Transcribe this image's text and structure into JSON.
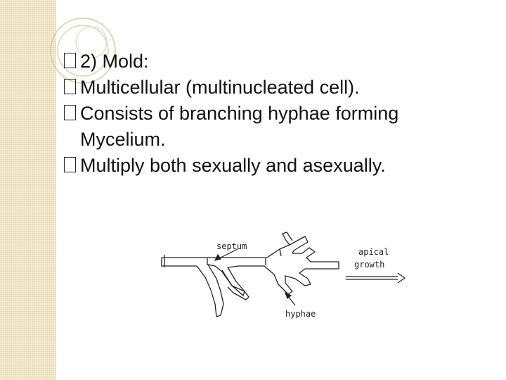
{
  "bullets": [
    {
      "bullet": "□",
      "text": "2) Mold:"
    },
    {
      "bullet": "□",
      "text": "Multicellular (multinucleated cell)."
    },
    {
      "bullet": "□",
      "text": "Consists of branching hyphae forming"
    },
    {
      "bullet": "",
      "text": "Mycelium."
    },
    {
      "bullet": "□",
      "text": "Multiply both sexually and asexually."
    }
  ],
  "diagram": {
    "labels": {
      "septum": "septum",
      "hyphae": "hyphae",
      "apical_line1": "apical",
      "apical_line2": "growth"
    }
  },
  "colors": {
    "sidebar": "#f3ead2",
    "ring": "#d3c7a2",
    "text": "#111111"
  }
}
